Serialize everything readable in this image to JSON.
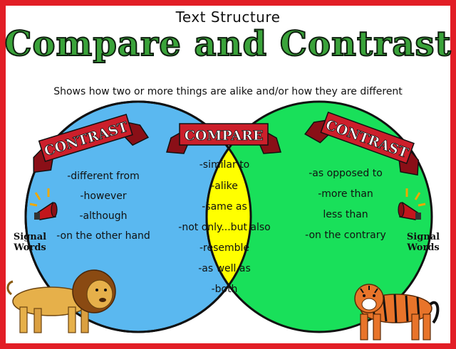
{
  "header": {
    "supertitle": "Text Structure",
    "title": "Compare and Contrast",
    "subtitle": "Shows how two or more things are alike and/or how they are different"
  },
  "banners": {
    "left": "CONTRAST",
    "center": "COMPARE",
    "right": "CONTRAST"
  },
  "left_items": [
    "-different from",
    "-however",
    "-although",
    "-on the other hand"
  ],
  "center_items": [
    "-similar to",
    "-alike",
    "-same as",
    "-not only...but also",
    "-resemble",
    "-as well as",
    "-both"
  ],
  "right_items": [
    "-as opposed to",
    "-more than",
    "less than",
    "-on the contrary"
  ],
  "signal_words": {
    "line1": "Signal",
    "line2": "Words"
  },
  "colors": {
    "frame": "#e21e26",
    "left_circle": "#5ab8f0",
    "right_circle": "#19e05a",
    "center_lens": "#ffff00",
    "banner": "#cc1f2b",
    "title": "#3aa33a"
  },
  "icons": [
    "megaphone-icon",
    "lion-icon",
    "tiger-icon"
  ]
}
